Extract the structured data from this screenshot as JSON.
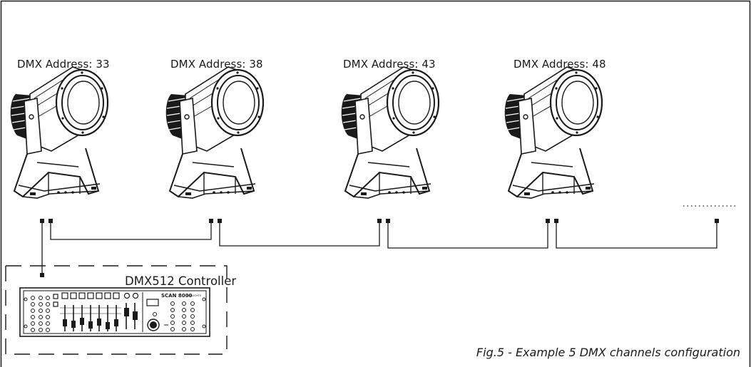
{
  "fixtures": [
    {
      "address_label": "DMX Address: 33"
    },
    {
      "address_label": "DMX Address: 38"
    },
    {
      "address_label": "DMX Address: 43"
    },
    {
      "address_label": "DMX Address: 48"
    }
  ],
  "controller": {
    "label": "DMX512 Controller",
    "brand_text": "SCAN 8000",
    "brand_sub": "PROLIGHTS"
  },
  "caption": "Fig.5 - Example 5 DMX channels configuration",
  "colors": {
    "line": "#1a1a1a",
    "background": "#ffffff"
  }
}
